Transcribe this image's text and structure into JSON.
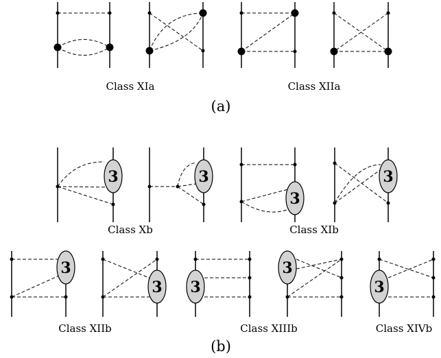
{
  "panels": [
    {
      "label": "(a)",
      "captions": [
        "Class XIa",
        "Class XIIa"
      ]
    },
    {
      "label": "(b)",
      "captions": [
        "Class Xb",
        "Class XIb",
        "Class XIIb",
        "Class XIIIb",
        "Class XIVb"
      ]
    }
  ],
  "blob_label": "3"
}
